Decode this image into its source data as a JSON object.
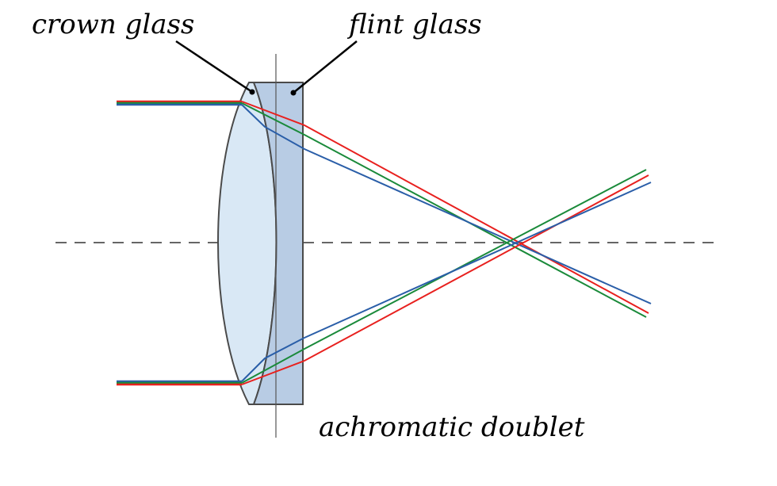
{
  "labels": {
    "crown_glass": "crown glass",
    "flint_glass": "flint glass",
    "caption": "achromatic doublet"
  },
  "colors": {
    "crown_fill": "#d9e8f5",
    "flint_fill": "#b8cce4",
    "lens_stroke": "#4a4a4a",
    "ray_red": "#e8201e",
    "ray_green": "#1a8a3a",
    "ray_blue": "#2a5ea8",
    "axis": "#333333",
    "leader": "#000000"
  }
}
